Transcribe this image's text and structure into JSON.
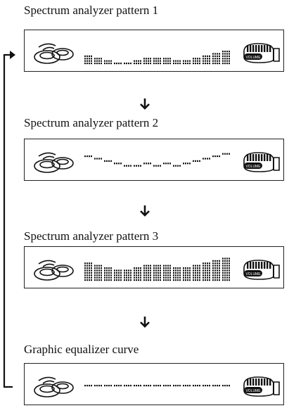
{
  "patterns": [
    {
      "caption": "Spectrum analyzer pattern 1",
      "levels": [
        4,
        3,
        2,
        1,
        1,
        2,
        3,
        3,
        3,
        2,
        2,
        3,
        4,
        5,
        6
      ]
    },
    {
      "caption": "Spectrum analyzer pattern 2",
      "levels": [
        6,
        5,
        4,
        3,
        2,
        2,
        3,
        2,
        3,
        2,
        3,
        4,
        5,
        6,
        7
      ]
    },
    {
      "caption": "Spectrum analyzer pattern 3",
      "levels": [
        8,
        7,
        6,
        5,
        5,
        6,
        7,
        7,
        7,
        6,
        6,
        7,
        8,
        9,
        10
      ]
    },
    {
      "caption": "Graphic equalizer curve",
      "levels": [
        1,
        1,
        1,
        1,
        1,
        1,
        1,
        1,
        1,
        1,
        1,
        1,
        1,
        1,
        1
      ]
    }
  ],
  "display_icons": {
    "left": "disc-changer-icon",
    "right": "volume-knob-icon",
    "knob_label": "VOLUME"
  },
  "colors": {
    "ink": "#111111",
    "background": "#ffffff"
  }
}
